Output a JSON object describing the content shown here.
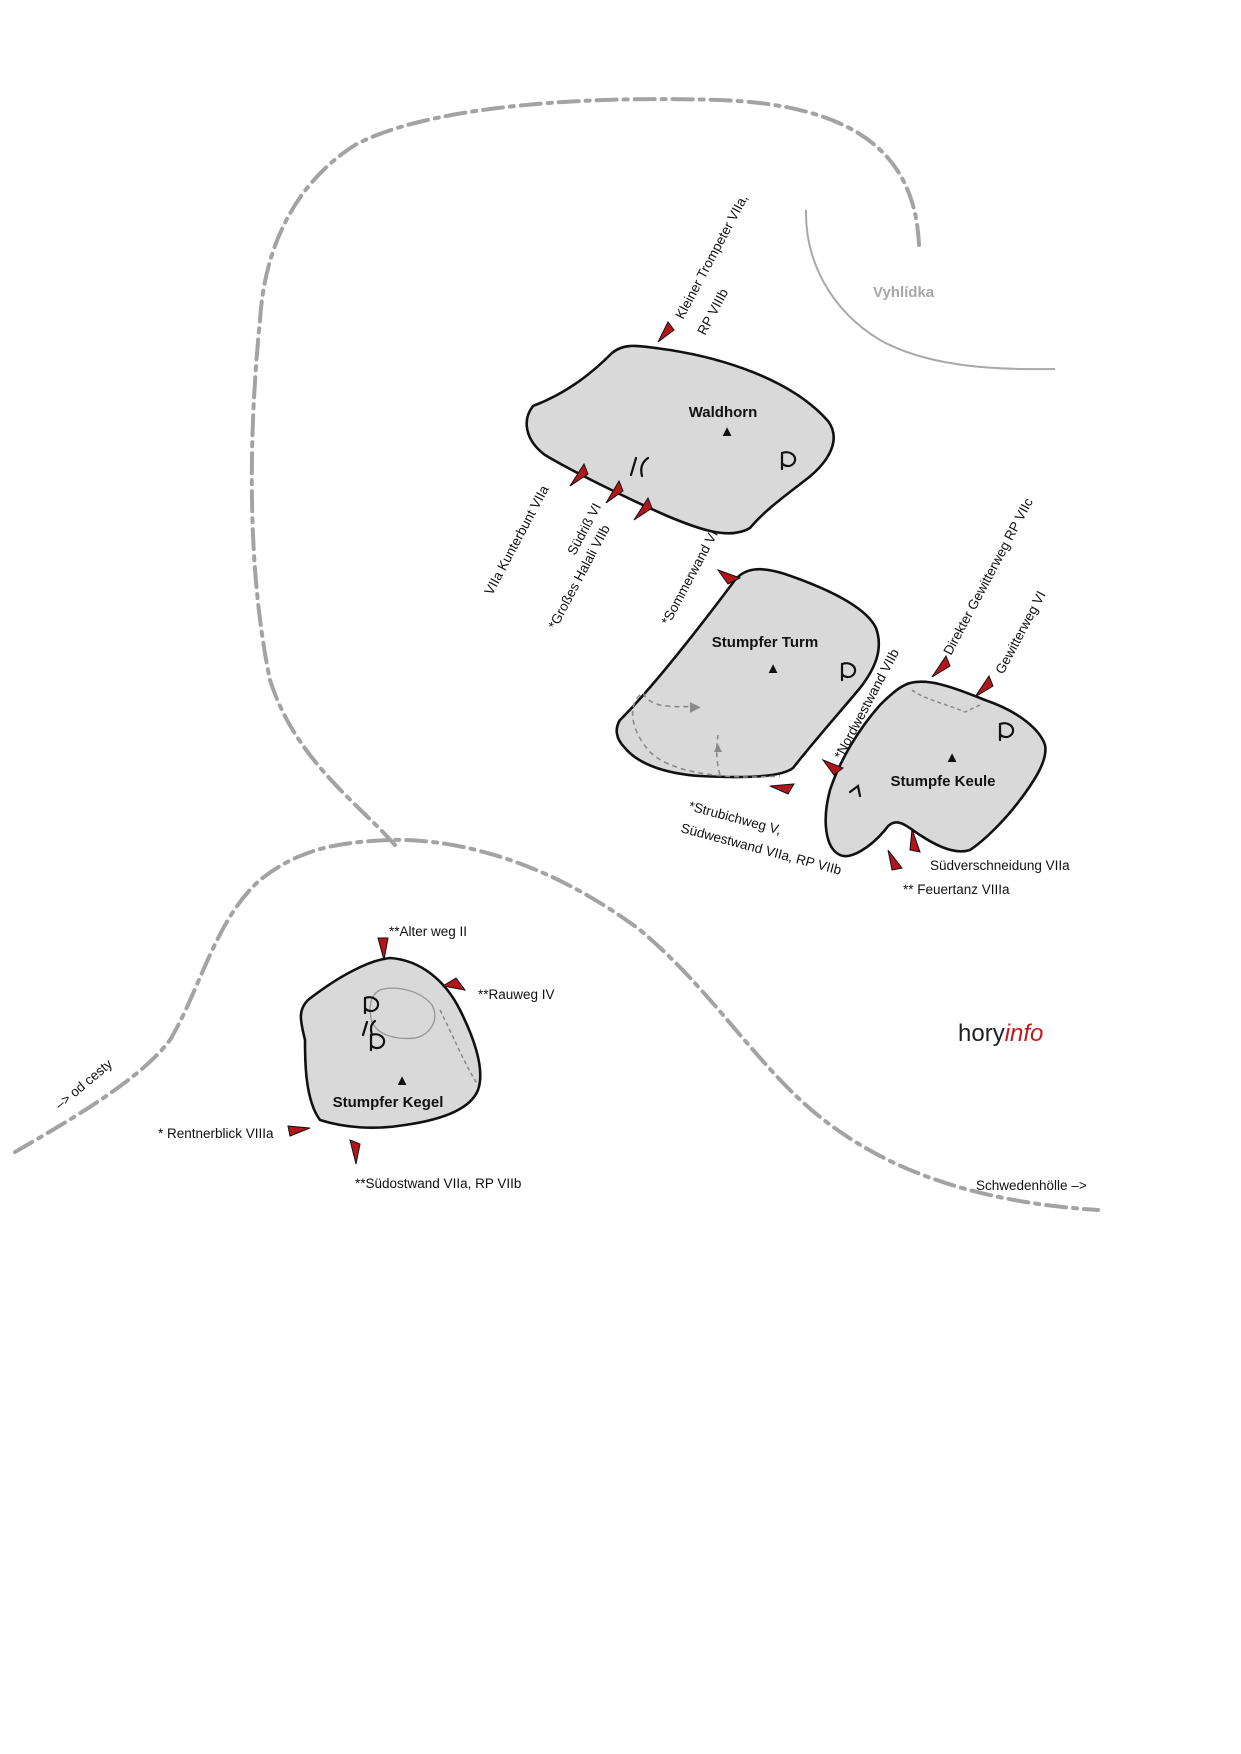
{
  "map": {
    "lookout": "Vyhlídka",
    "brand": {
      "first": "hory",
      "second": "info",
      "first_color": "#222222",
      "second_color": "#c8141e"
    },
    "directions": {
      "from_road": "–> od cesty",
      "to_cave": "Schwedenhölle –>"
    },
    "colors": {
      "rock_fill": "#d9d9d9",
      "marker": "#b3151b",
      "trail": "#a3a3a3"
    }
  },
  "rocks": {
    "waldhorn": "Waldhorn",
    "turm": "Stumpfer Turm",
    "keule": "Stumpfe Keule",
    "kegel": "Stumpfer Kegel"
  },
  "routes": {
    "kleiner_trompeter_1": "Kleiner Trompeter VIIa,",
    "kleiner_trompeter_2": "RP VIIIb",
    "kunterbunt": "VIIa Kunterbunt VIIa",
    "sudriss": "Südriß VI",
    "grosses_halali": "*Großes Halali VIIb",
    "sommerwand": "*Sommerwand VI",
    "direkter_gewitterweg": "Direkter Gewitterweg RP VIIc",
    "gewitterweg": "Gewitterweg VI",
    "nordwestwand": "*Nordwestwand VIIb",
    "strubichweg_1": "*Strubichweg V,",
    "strubichweg_2": "Südwestwand VIIa, RP VIIb",
    "sudverschneidung": "Südverschneidung VIIa",
    "feuertanz": "** Feuertanz VIIIa",
    "alter_weg": "**Alter weg II",
    "rauweg": "**Rauweg IV",
    "rentnerblick": "* Rentnerblick VIIIa",
    "sudostwand": "**Südostwand VIIa, RP VIIb"
  }
}
